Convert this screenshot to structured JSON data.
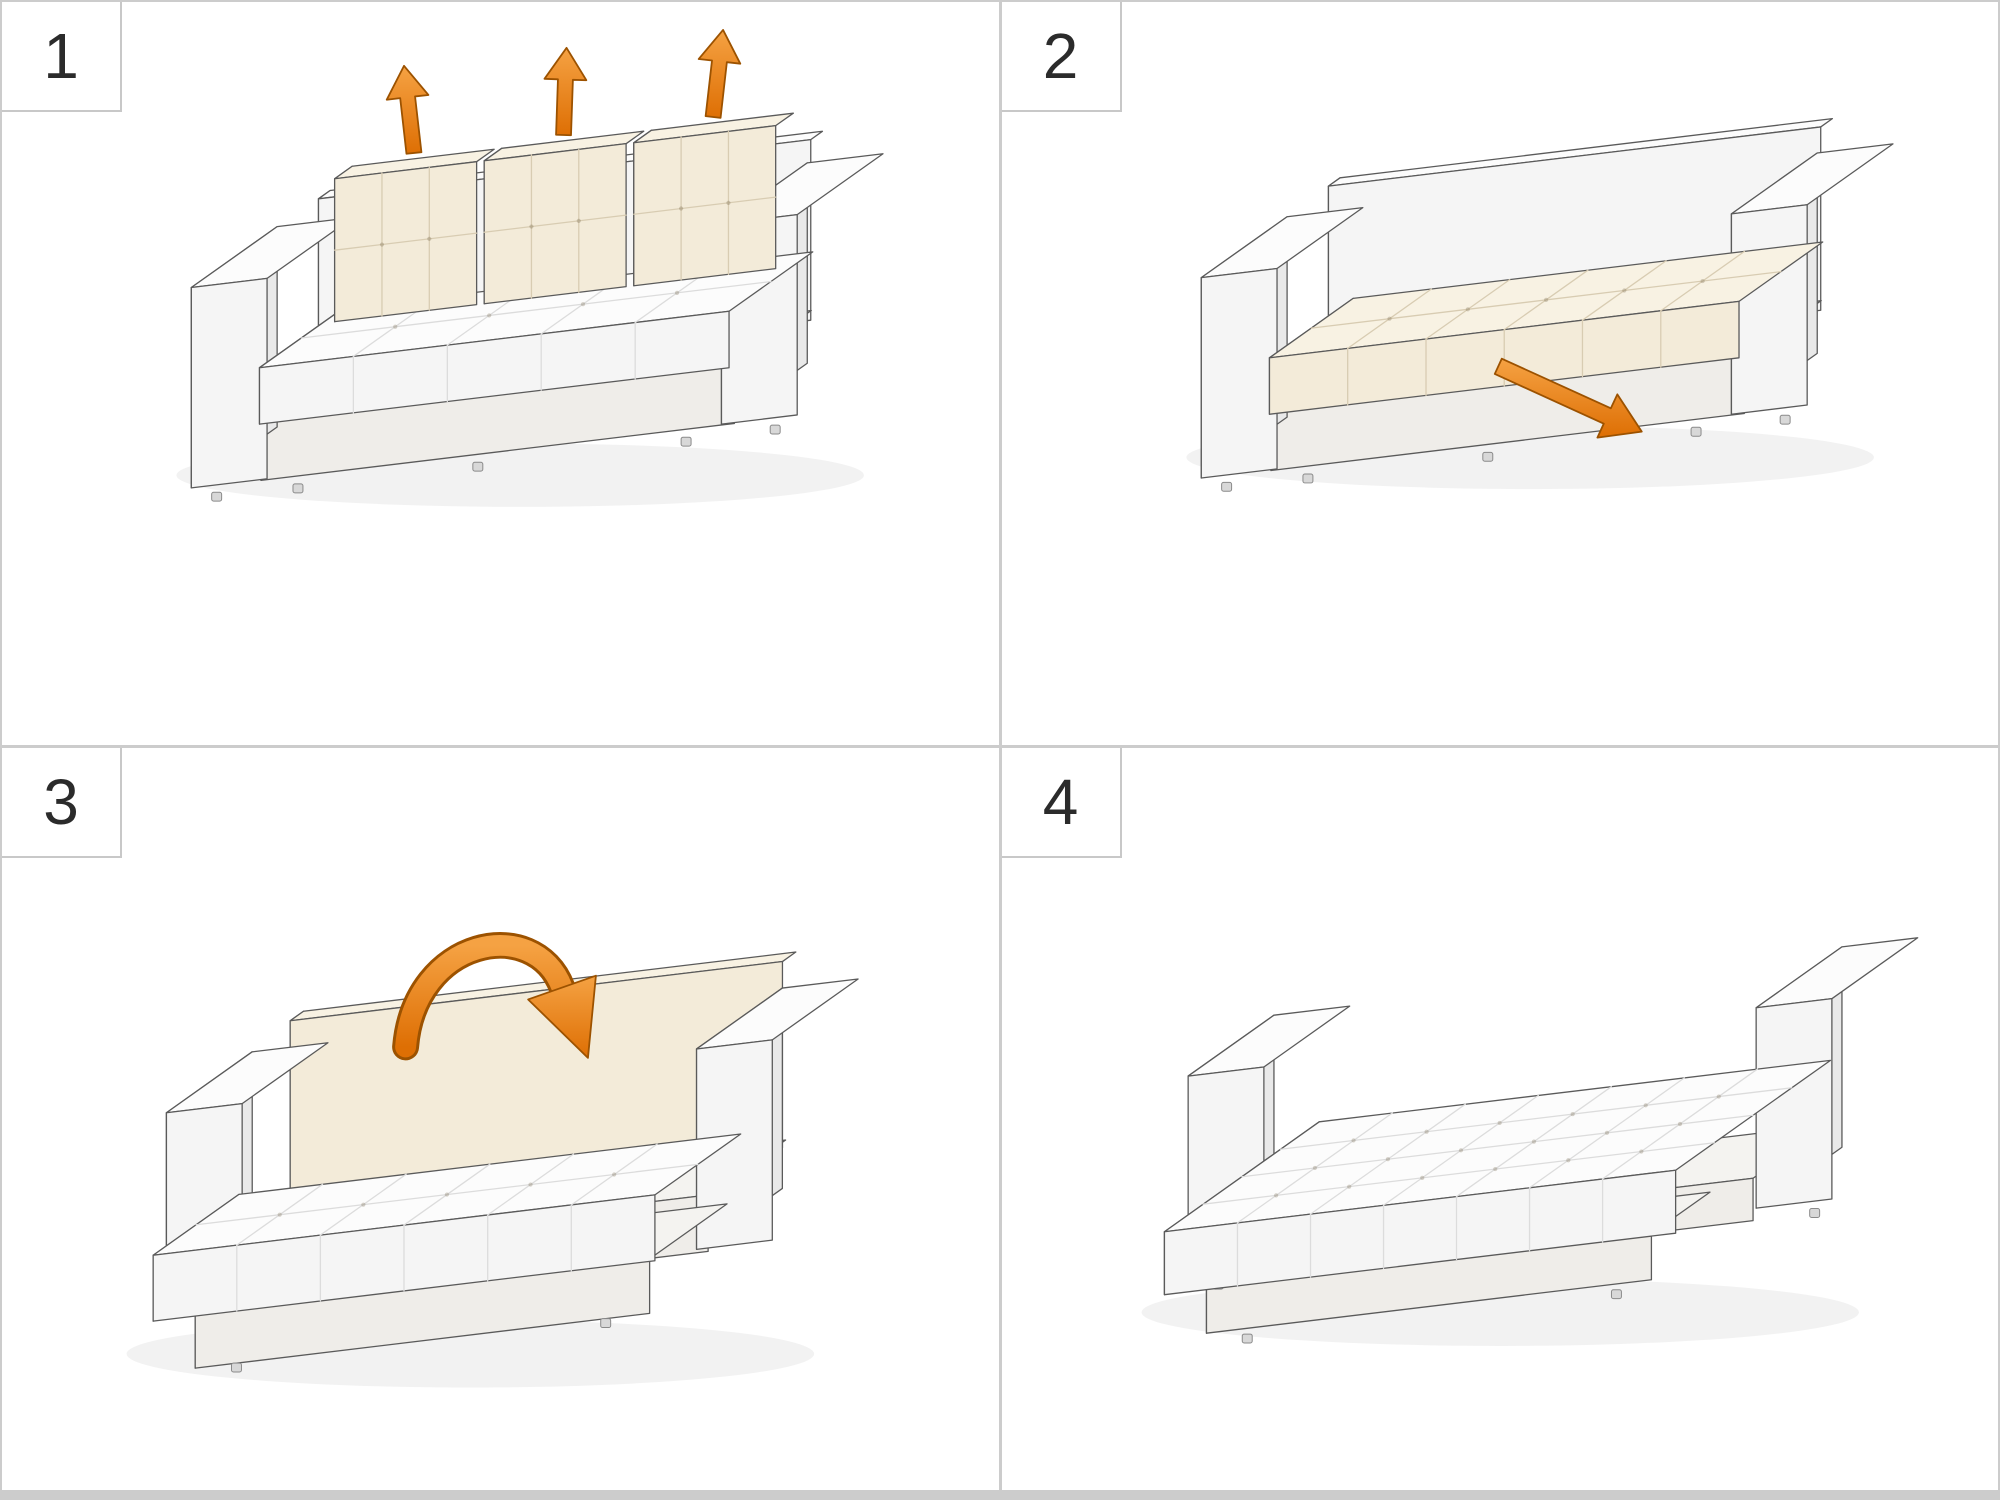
{
  "sheet": {
    "kind": "sofa-bed-conversion-instructions",
    "layout": "2x2-step-grid"
  },
  "steps": [
    {
      "number": "1",
      "icon": "lift-up-arrows-icon",
      "illustration": "sofa-with-back-cushions-lifted-off"
    },
    {
      "number": "2",
      "icon": "pull-seat-arrow-icon",
      "illustration": "sofa-without-cushions-seat-pulled-out"
    },
    {
      "number": "3",
      "icon": "fold-backrest-arrow-icon",
      "illustration": "backrest-folding-forward-over-seat"
    },
    {
      "number": "4",
      "icon": "none",
      "illustration": "flat-sofa-bed"
    }
  ],
  "colors": {
    "background": "#FFFFFF",
    "divider": "#CCCCCC",
    "badge_border": "#C8C8C8",
    "step_number_color": "#2B2B2B",
    "outline": "#5A5A5A",
    "arrow_light": "#F5A243",
    "arrow_dark": "#DE6F04",
    "arrow_outline": "#9C5200",
    "fabric_white_front": "#F5F5F5",
    "fabric_white_side": "#E9E9E9",
    "fabric_white_top": "#FCFCFC",
    "skirt_front": "#EFEDE9",
    "skirt_side": "#E2DFD9",
    "skirt_top": "#F4F3F0",
    "cushion_front": "#F3EBD9",
    "cushion_side": "#E5DBC3",
    "cushion_top": "#F8F2E3",
    "quilt_line_white": "#DCDCDC",
    "quilt_line_cream": "#D8CCB2"
  }
}
